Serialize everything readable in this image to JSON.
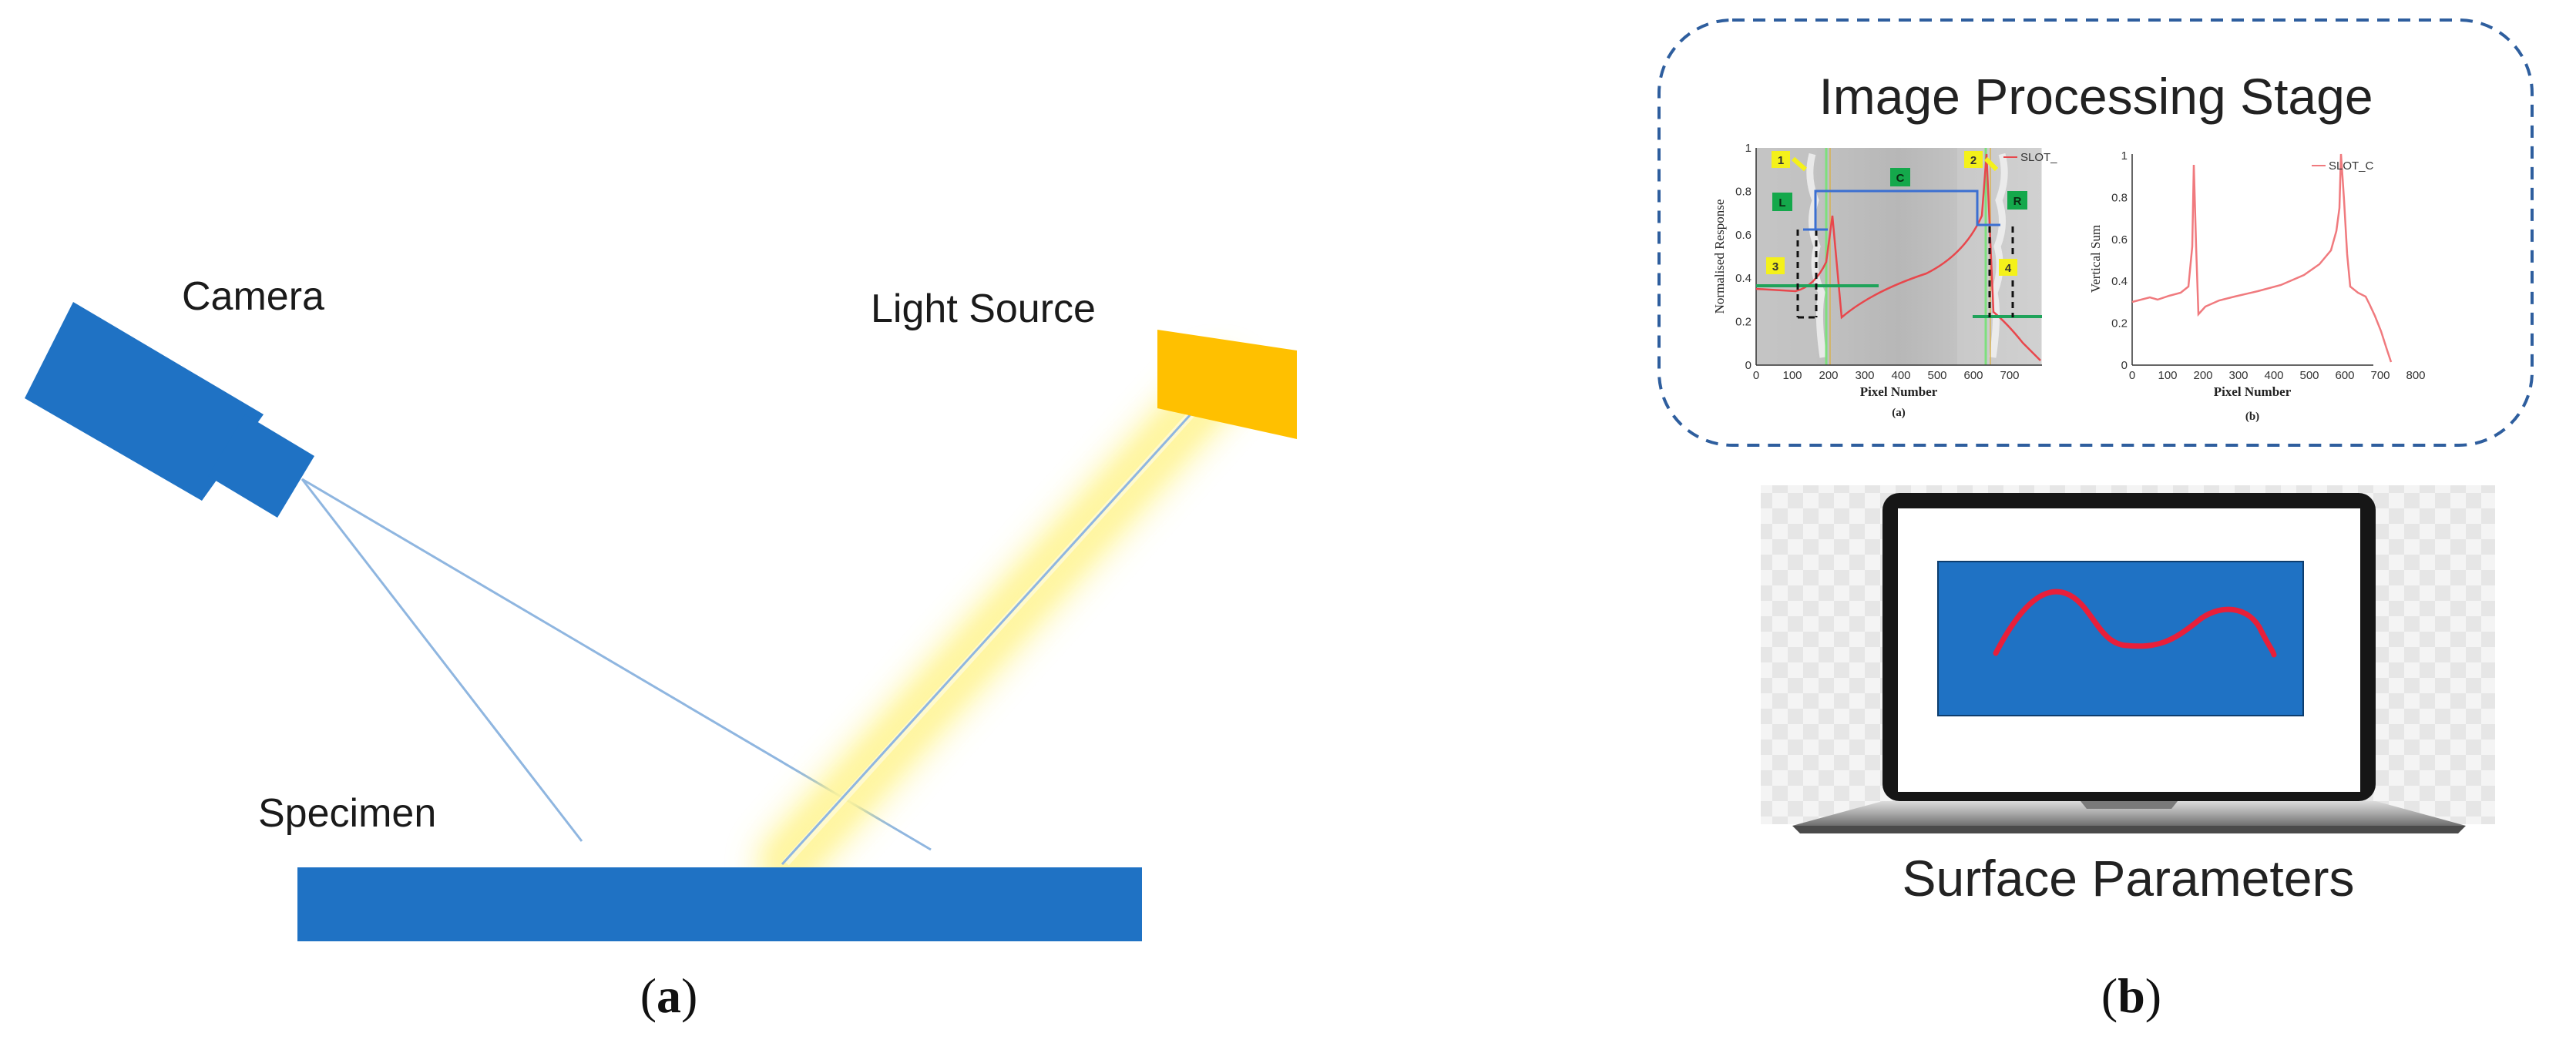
{
  "panel_a": {
    "caption_open": "(",
    "caption_letter": "a",
    "caption_close": ")",
    "camera_label": "Camera",
    "light_label": "Light Source",
    "specimen_label": "Specimen"
  },
  "panel_b": {
    "caption_open": "(",
    "caption_letter": "b",
    "caption_close": ")",
    "stage_title": "Image Processing Stage",
    "output_label": "Surface Parameters",
    "plot_a": {
      "sublabel": "(a)",
      "ylabel": "Normalised Response",
      "xlabel": "Pixel Number",
      "legend": "SLOT_",
      "yticks": [
        "0",
        "0.2",
        "0.4",
        "0.6",
        "0.8",
        "1"
      ],
      "xticks": [
        "0",
        "100",
        "200",
        "300",
        "400",
        "500",
        "600",
        "700"
      ],
      "markers": [
        "1",
        "2",
        "3",
        "4"
      ],
      "regions": [
        "L",
        "C",
        "R"
      ]
    },
    "plot_b": {
      "sublabel": "(b)",
      "ylabel": "Vertical Sum",
      "xlabel": "Pixel Number",
      "legend": "SLOT_C",
      "yticks": [
        "0",
        "0.2",
        "0.4",
        "0.6",
        "0.8",
        "1"
      ],
      "xticks": [
        "0",
        "100",
        "200",
        "300",
        "400",
        "500",
        "600",
        "700",
        "800"
      ]
    }
  },
  "colors": {
    "blue": "#1F72C4",
    "yellow": "#FFC000",
    "ray": "#8FB6E0",
    "dash": "#2E5E9E",
    "curve": "#E8474C"
  }
}
